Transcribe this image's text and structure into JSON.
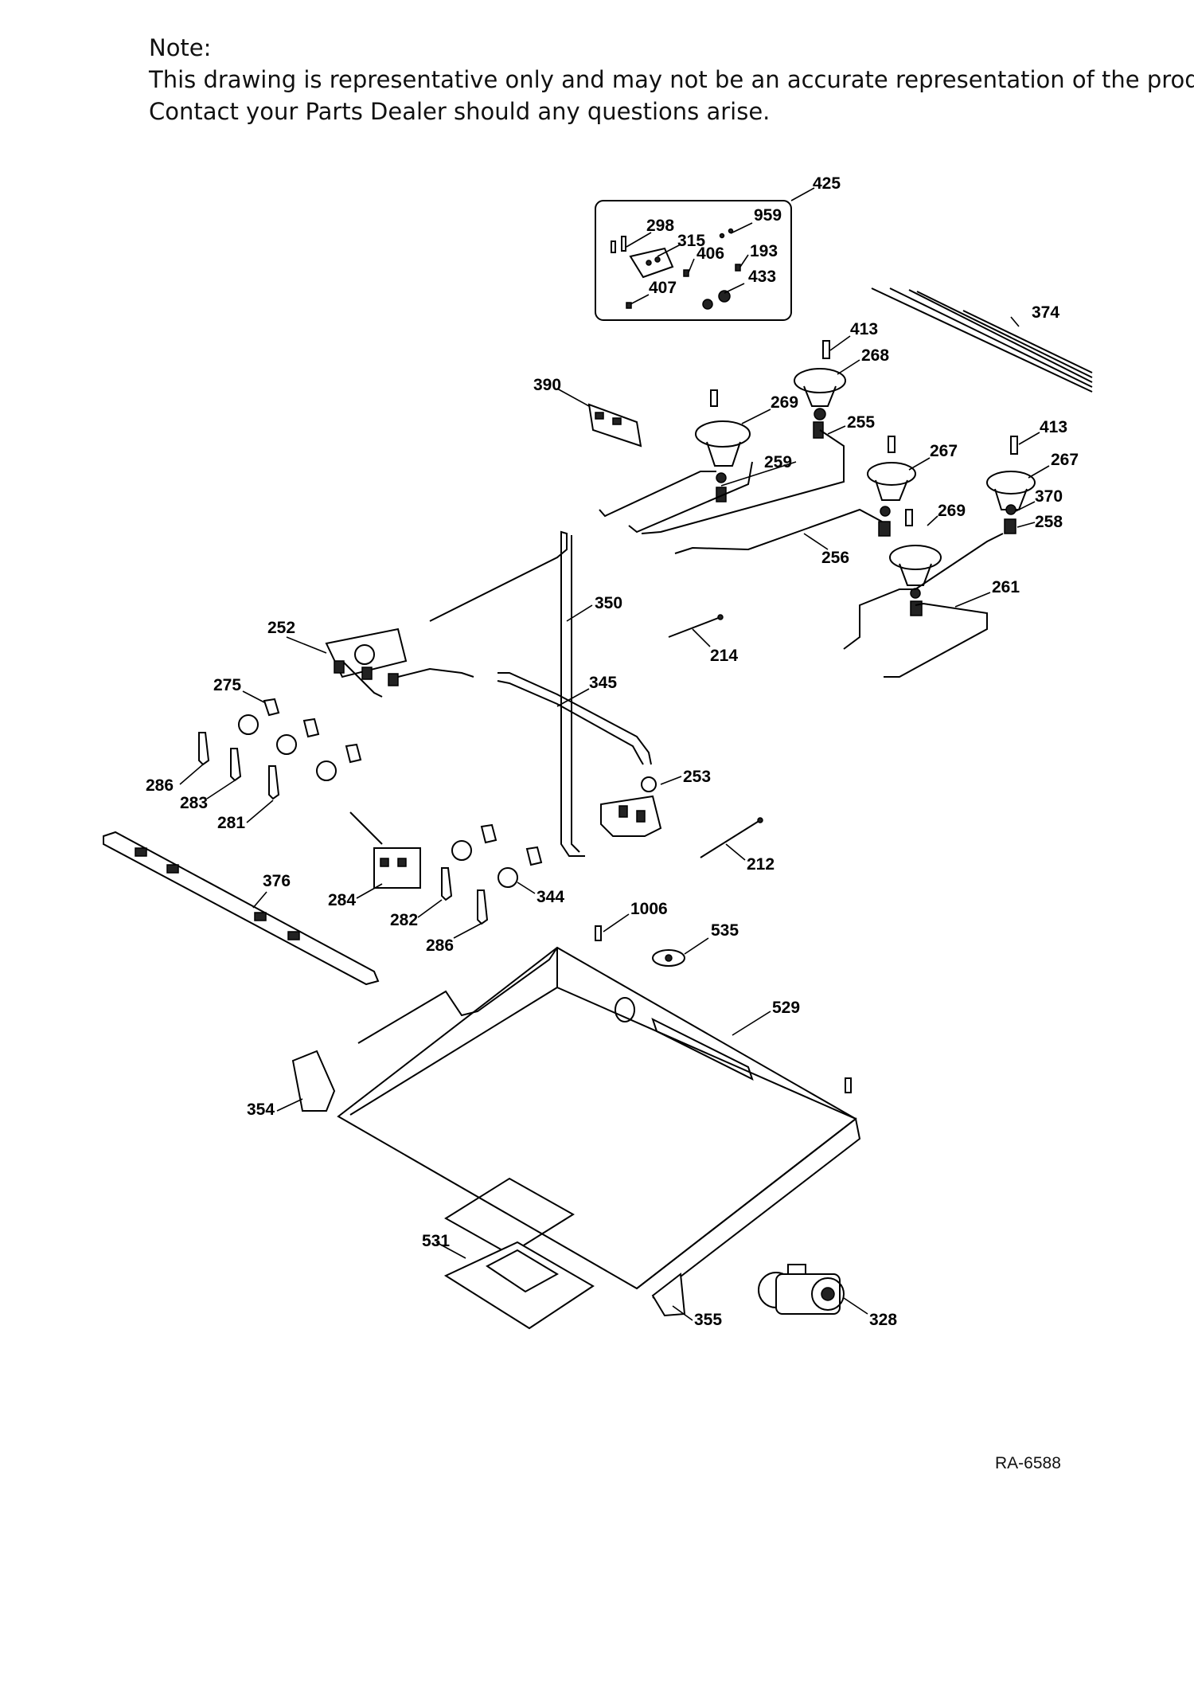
{
  "note": {
    "title": "Note:",
    "line1": "This drawing is representative only and may not be an accurate representation of the product.",
    "line2": "Contact your Parts Dealer should any questions arise."
  },
  "reference_code": "RA-6588",
  "callouts": [
    "425",
    "959",
    "298",
    "315",
    "406",
    "193",
    "433",
    "407",
    "374",
    "413",
    "268",
    "390",
    "269",
    "255",
    "267",
    "413b",
    "267b",
    "259",
    "370",
    "269b",
    "258",
    "256",
    "261",
    "350",
    "252",
    "214",
    "275",
    "345",
    "286",
    "283",
    "253",
    "281",
    "212",
    "376",
    "284",
    "344",
    "282",
    "1006",
    "535",
    "286b",
    "529",
    "354",
    "531",
    "355",
    "328"
  ],
  "labels": {
    "c425": "425",
    "c959": "959",
    "c298": "298",
    "c315": "315",
    "c406": "406",
    "c193": "193",
    "c433": "433",
    "c407": "407",
    "c374": "374",
    "c413": "413",
    "c268": "268",
    "c390": "390",
    "c269": "269",
    "c255": "255",
    "c267": "267",
    "c413b": "413",
    "c267b": "267",
    "c259": "259",
    "c370": "370",
    "c269b": "269",
    "c258": "258",
    "c256": "256",
    "c261": "261",
    "c350": "350",
    "c252": "252",
    "c214": "214",
    "c275": "275",
    "c345": "345",
    "c286": "286",
    "c283": "283",
    "c253": "253",
    "c281": "281",
    "c212": "212",
    "c376": "376",
    "c284": "284",
    "c344": "344",
    "c282": "282",
    "c1006": "1006",
    "c535": "535",
    "c286b": "286",
    "c529": "529",
    "c354": "354",
    "c531": "531",
    "c355": "355",
    "c328": "328"
  }
}
